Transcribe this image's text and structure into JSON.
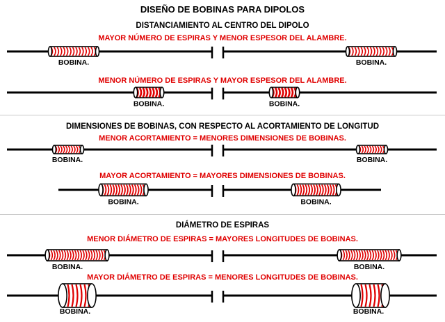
{
  "title": "DISEÑO DE BOBINAS PARA DIPOLOS",
  "coil_label": "BOBINA.",
  "colors": {
    "wire": "#000000",
    "winding": "#e00000",
    "note_text": "#e00000",
    "divider": "#c8c8c8"
  },
  "sections": [
    {
      "heading": "DISTANCIAMIENTO AL CENTRO DEL DIPOLO",
      "notes": [
        "MAYOR NÚMERO DE ESPIRAS Y MENOR ESPESOR DEL ALAMBRE.",
        "MENOR NÚMERO DE ESPIRAS Y MAYOR ESPESOR DEL ALAMBRE."
      ]
    },
    {
      "heading": "DIMENSIONES DE BOBINAS, CON RESPECTO AL ACORTAMIENTO DE LONGITUD",
      "notes": [
        "MENOR ACORTAMIENTO = MENORES DIMENSIONES DE BOBINAS.",
        "MAYOR ACORTAMIENTO = MAYORES DIMENSIONES DE BOBINAS."
      ]
    },
    {
      "heading": "DIÁMETRO DE ESPIRAS",
      "notes": [
        "MENOR DIÁMETRO DE ESPIRAS = MAYORES LONGITUDES DE BOBINAS.",
        "MAYOR DIÁMETRO DE ESPIRAS = MENORES LONGITUDES DE BOBINAS."
      ]
    }
  ]
}
